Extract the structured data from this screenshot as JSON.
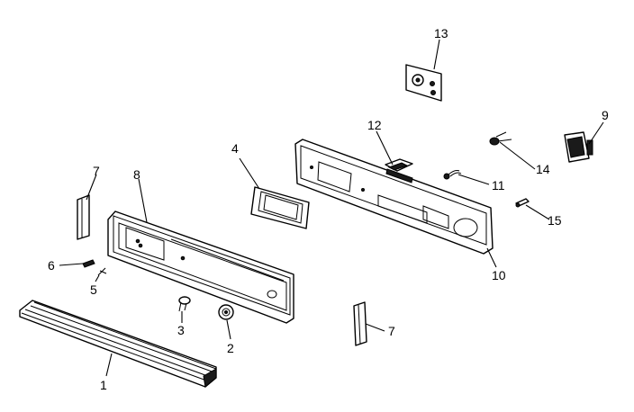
{
  "diagram": {
    "callouts": [
      {
        "id": "c1",
        "label": "1"
      },
      {
        "id": "c2",
        "label": "2"
      },
      {
        "id": "c3",
        "label": "3"
      },
      {
        "id": "c4",
        "label": "4"
      },
      {
        "id": "c5",
        "label": "5"
      },
      {
        "id": "c6",
        "label": "6"
      },
      {
        "id": "c7a",
        "label": "7"
      },
      {
        "id": "c7b",
        "label": "7"
      },
      {
        "id": "c8",
        "label": "8"
      },
      {
        "id": "c9",
        "label": "9"
      },
      {
        "id": "c10",
        "label": "10"
      },
      {
        "id": "c11",
        "label": "11"
      },
      {
        "id": "c12",
        "label": "12"
      },
      {
        "id": "c13",
        "label": "13"
      },
      {
        "id": "c14",
        "label": "14"
      },
      {
        "id": "c15",
        "label": "15"
      }
    ]
  }
}
